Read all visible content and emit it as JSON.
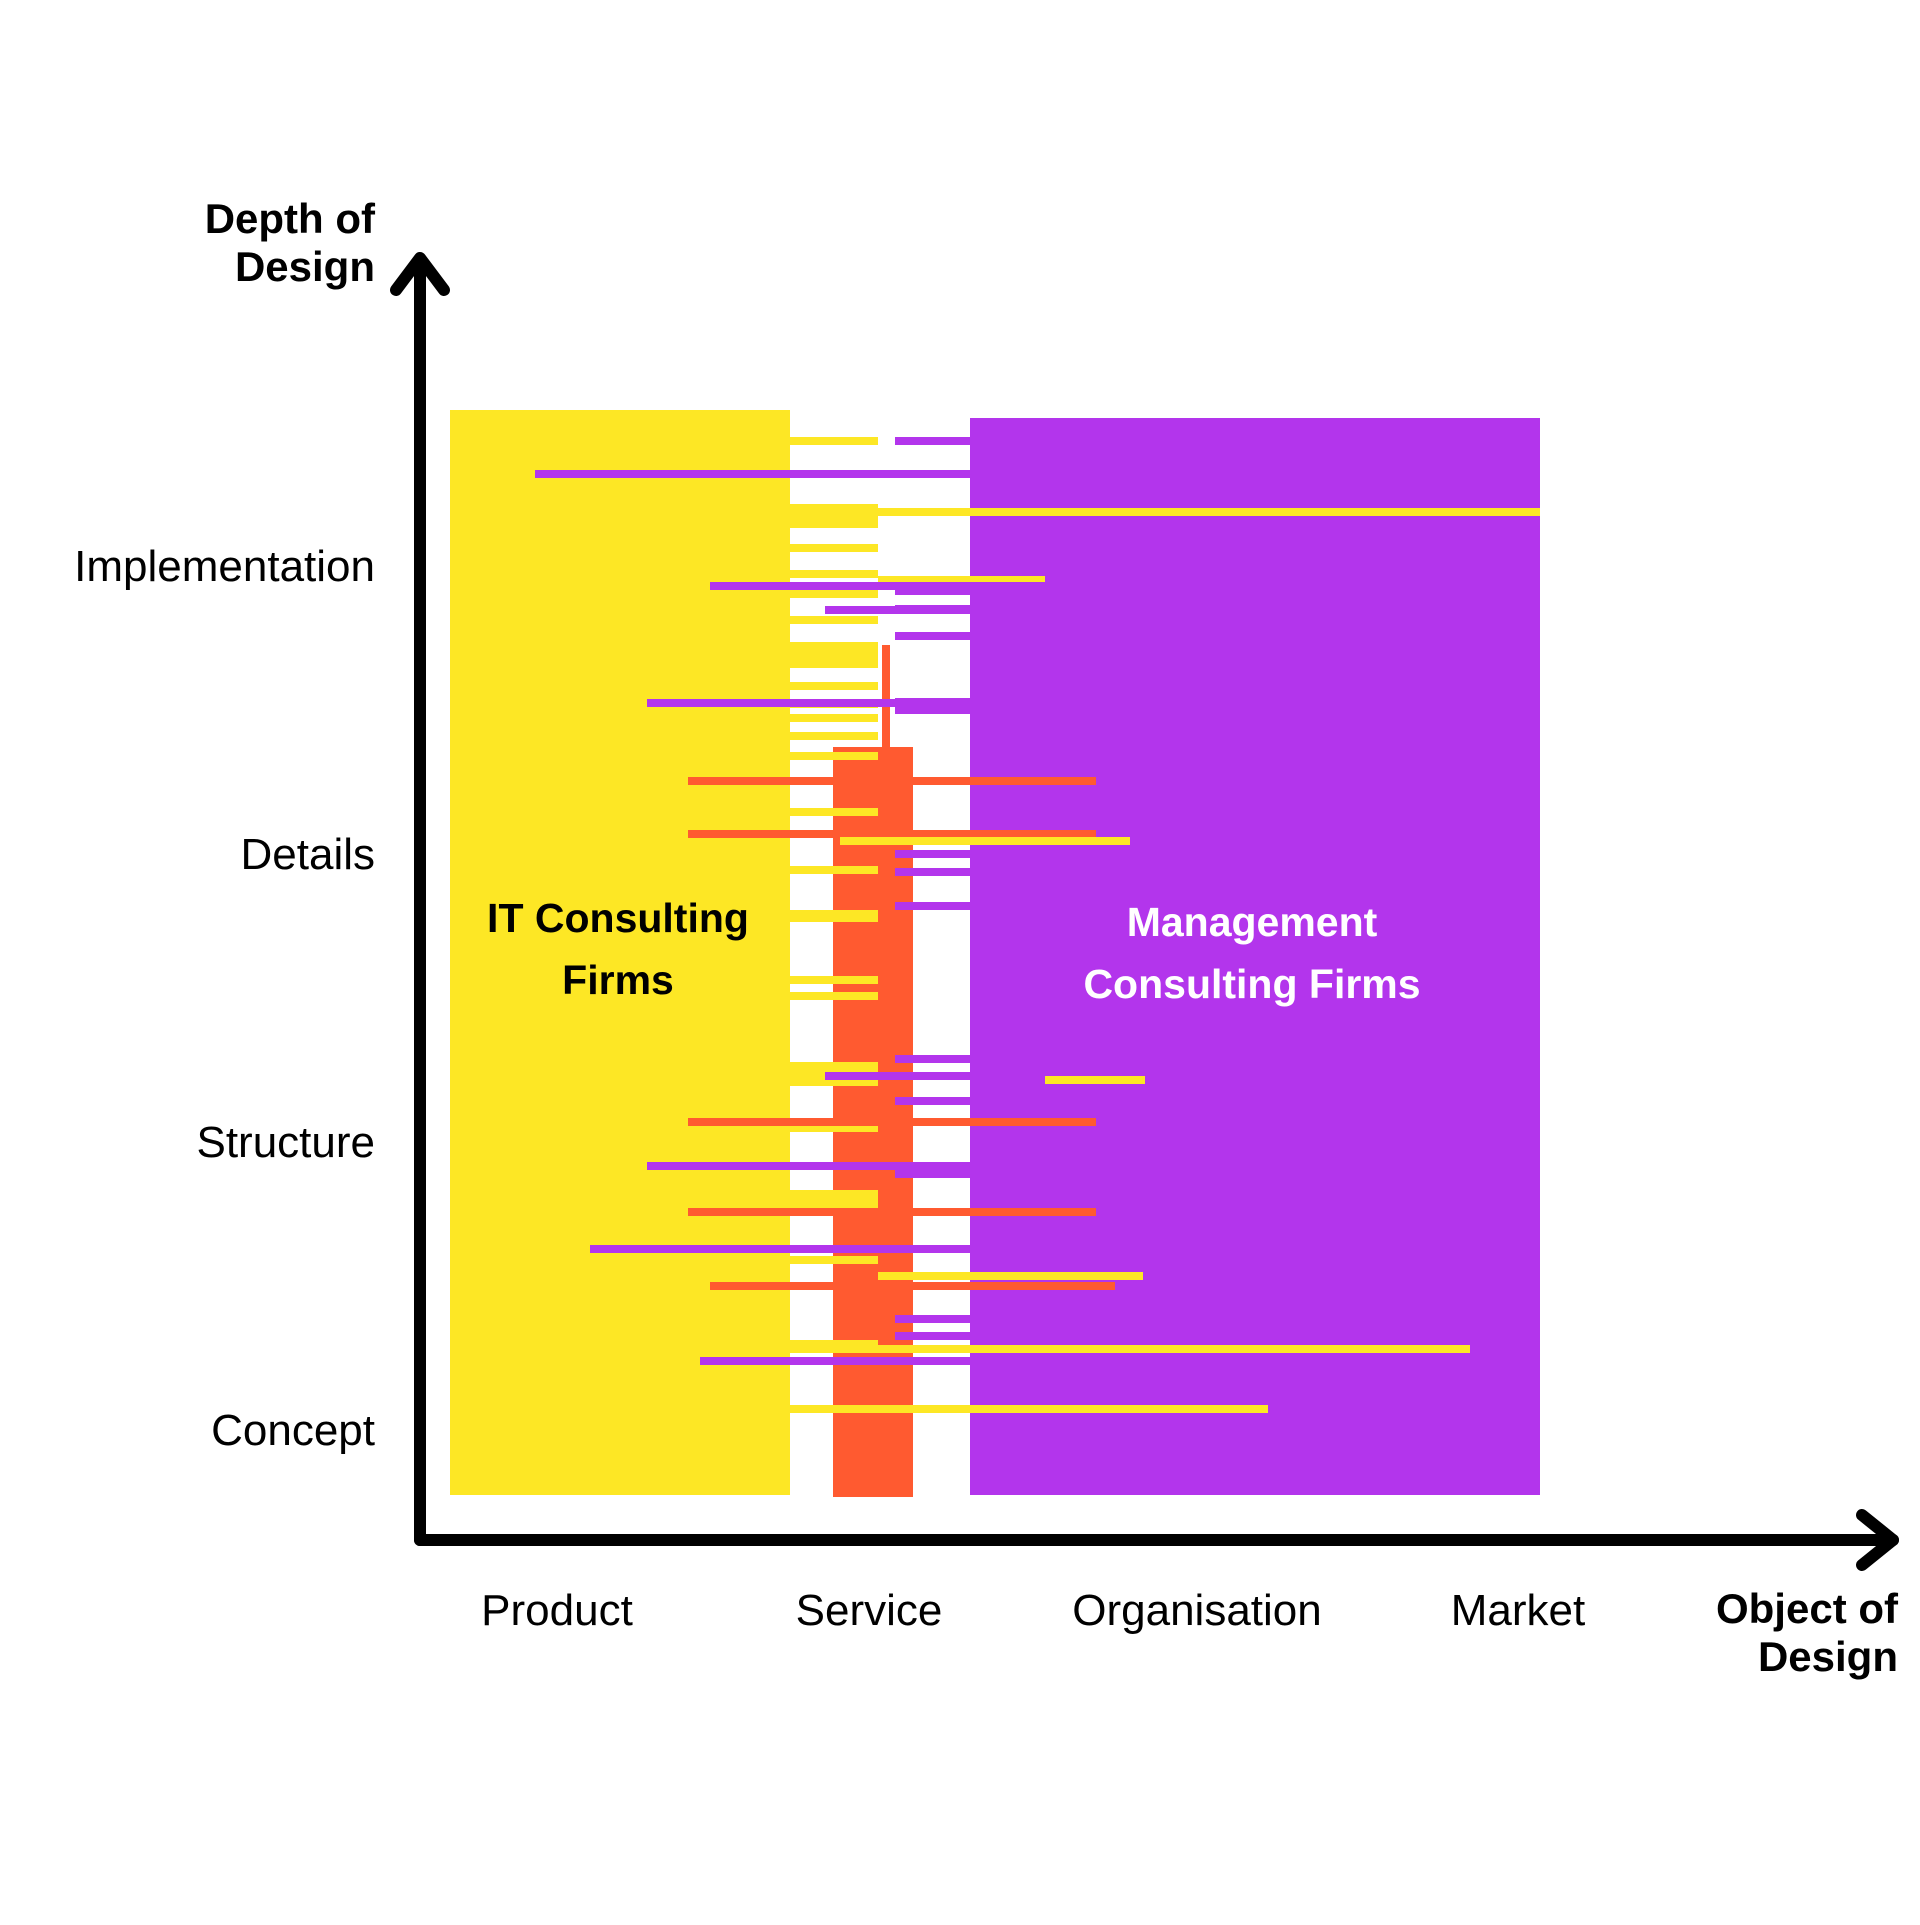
{
  "axes": {
    "y_title_line1": "Depth of",
    "y_title_line2": "Design",
    "x_title_line1": "Object of",
    "x_title_line2": "Design",
    "y_levels": [
      "Implementation",
      "Details",
      "Structure",
      "Concept"
    ],
    "x_categories": [
      "Product",
      "Service",
      "Organisation",
      "Market"
    ]
  },
  "regions": {
    "it": {
      "label_line1": "IT Consulting",
      "label_line2": "Firms",
      "color": "#FDE725"
    },
    "management": {
      "label_line1": "Management",
      "label_line2": "Consulting Firms",
      "color": "#B335EC"
    },
    "service_band": {
      "color": "#FF5A30"
    }
  },
  "colors": {
    "axis": "#000000",
    "yellow": "#FDE725",
    "purple": "#B335EC",
    "orange": "#FF5A30",
    "gap": "#FFFFFF"
  }
}
